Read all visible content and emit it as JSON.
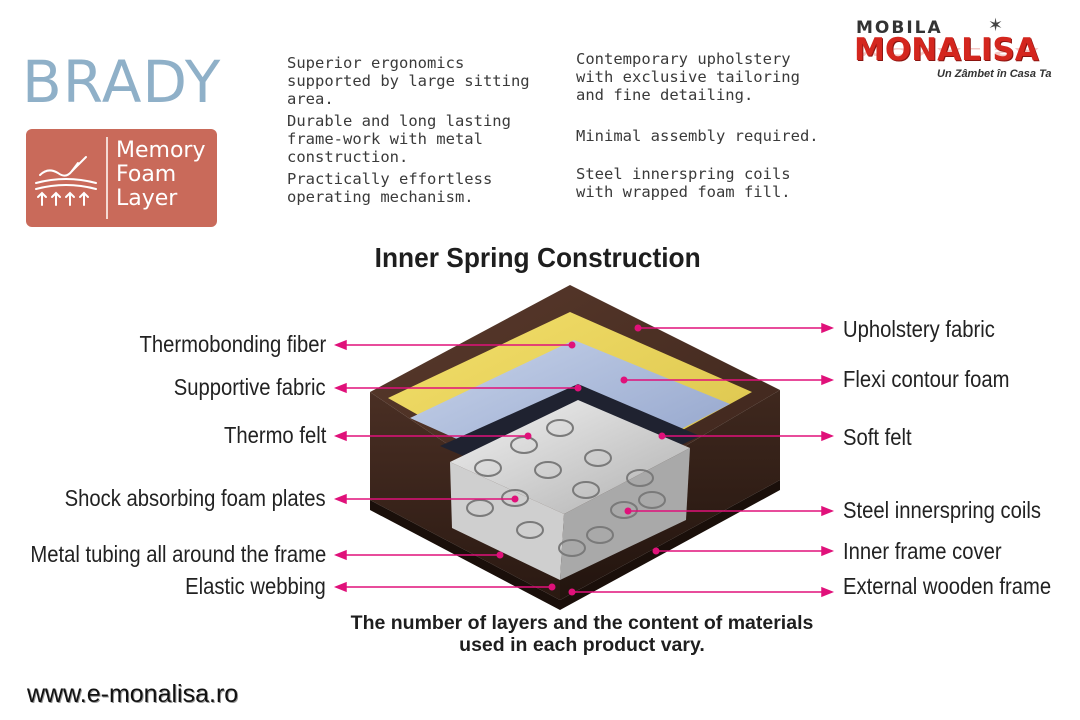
{
  "product": {
    "name": "BRADY"
  },
  "badge": {
    "lines": [
      "Memory",
      "Foam",
      "Layer"
    ],
    "icon": "memory-foam-icon",
    "color": "#c96a5a"
  },
  "features": {
    "col1": [
      "Superior ergonomics supported by large sitting area.",
      "Durable and long lasting frame-work with metal construction.",
      "Practically effortless operating mechanism."
    ],
    "col2": [
      "Contemporary upholstery with exclusive tailoring and fine detailing.",
      "Minimal assembly required.",
      "Steel innerspring coils with wrapped foam fill."
    ]
  },
  "logo": {
    "top": "MOBILA",
    "main": "MONALISA",
    "tagline": "Un Zâmbet în Casa Ta",
    "color": "#d4261e"
  },
  "diagram": {
    "title": "Inner Spring Construction",
    "left_labels": [
      "Thermobonding fiber",
      "Supportive fabric",
      "Thermo felt",
      "Shock absorbing foam plates",
      "Metal tubing all around the frame",
      "Elastic webbing"
    ],
    "right_labels": [
      "Upholstery fabric",
      "Flexi contour foam",
      "Soft felt",
      "Steel innerspring coils",
      "Inner frame cover",
      "External wooden frame"
    ],
    "arrow_color": "#e0117a"
  },
  "footnote": [
    "The number of layers and the content of materials",
    "used in each product vary."
  ],
  "website": "www.e-monalisa.ro"
}
